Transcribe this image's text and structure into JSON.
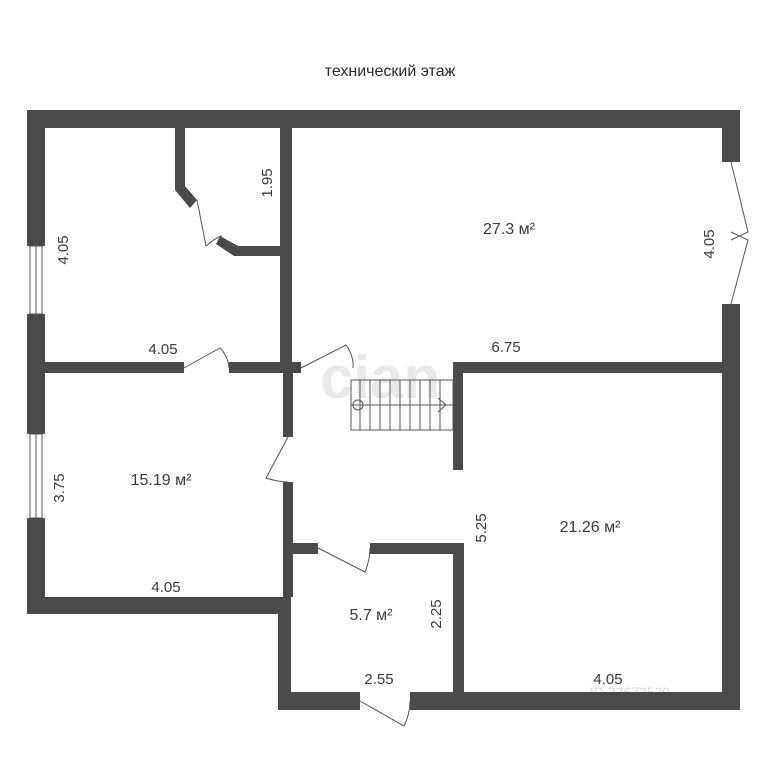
{
  "title": "технический этаж",
  "colors": {
    "wall": "#4a4a4a",
    "text": "#3a3a3a",
    "door": "#555555",
    "watermark": "#e9e9e9"
  },
  "rooms": {
    "room_top_right": {
      "area": "27.3 м²"
    },
    "room_left_middle": {
      "area": "15.19 м²"
    },
    "room_bottom_right": {
      "area": "21.26 м²"
    },
    "room_small": {
      "area": "5.7 м²"
    }
  },
  "dimensions": {
    "top_left_height": "4.05",
    "top_left_width": "4.05",
    "closet_height": "1.95",
    "top_right_height": "4.05",
    "top_right_width": "6.75",
    "left_middle_height": "3.75",
    "left_middle_width": "4.05",
    "bottom_right_height": "5.25",
    "bottom_right_width": "4.05",
    "small_height": "2.25",
    "small_width": "2.55"
  },
  "watermark": {
    "brand": "cian",
    "id_text": "ID 23673520"
  }
}
